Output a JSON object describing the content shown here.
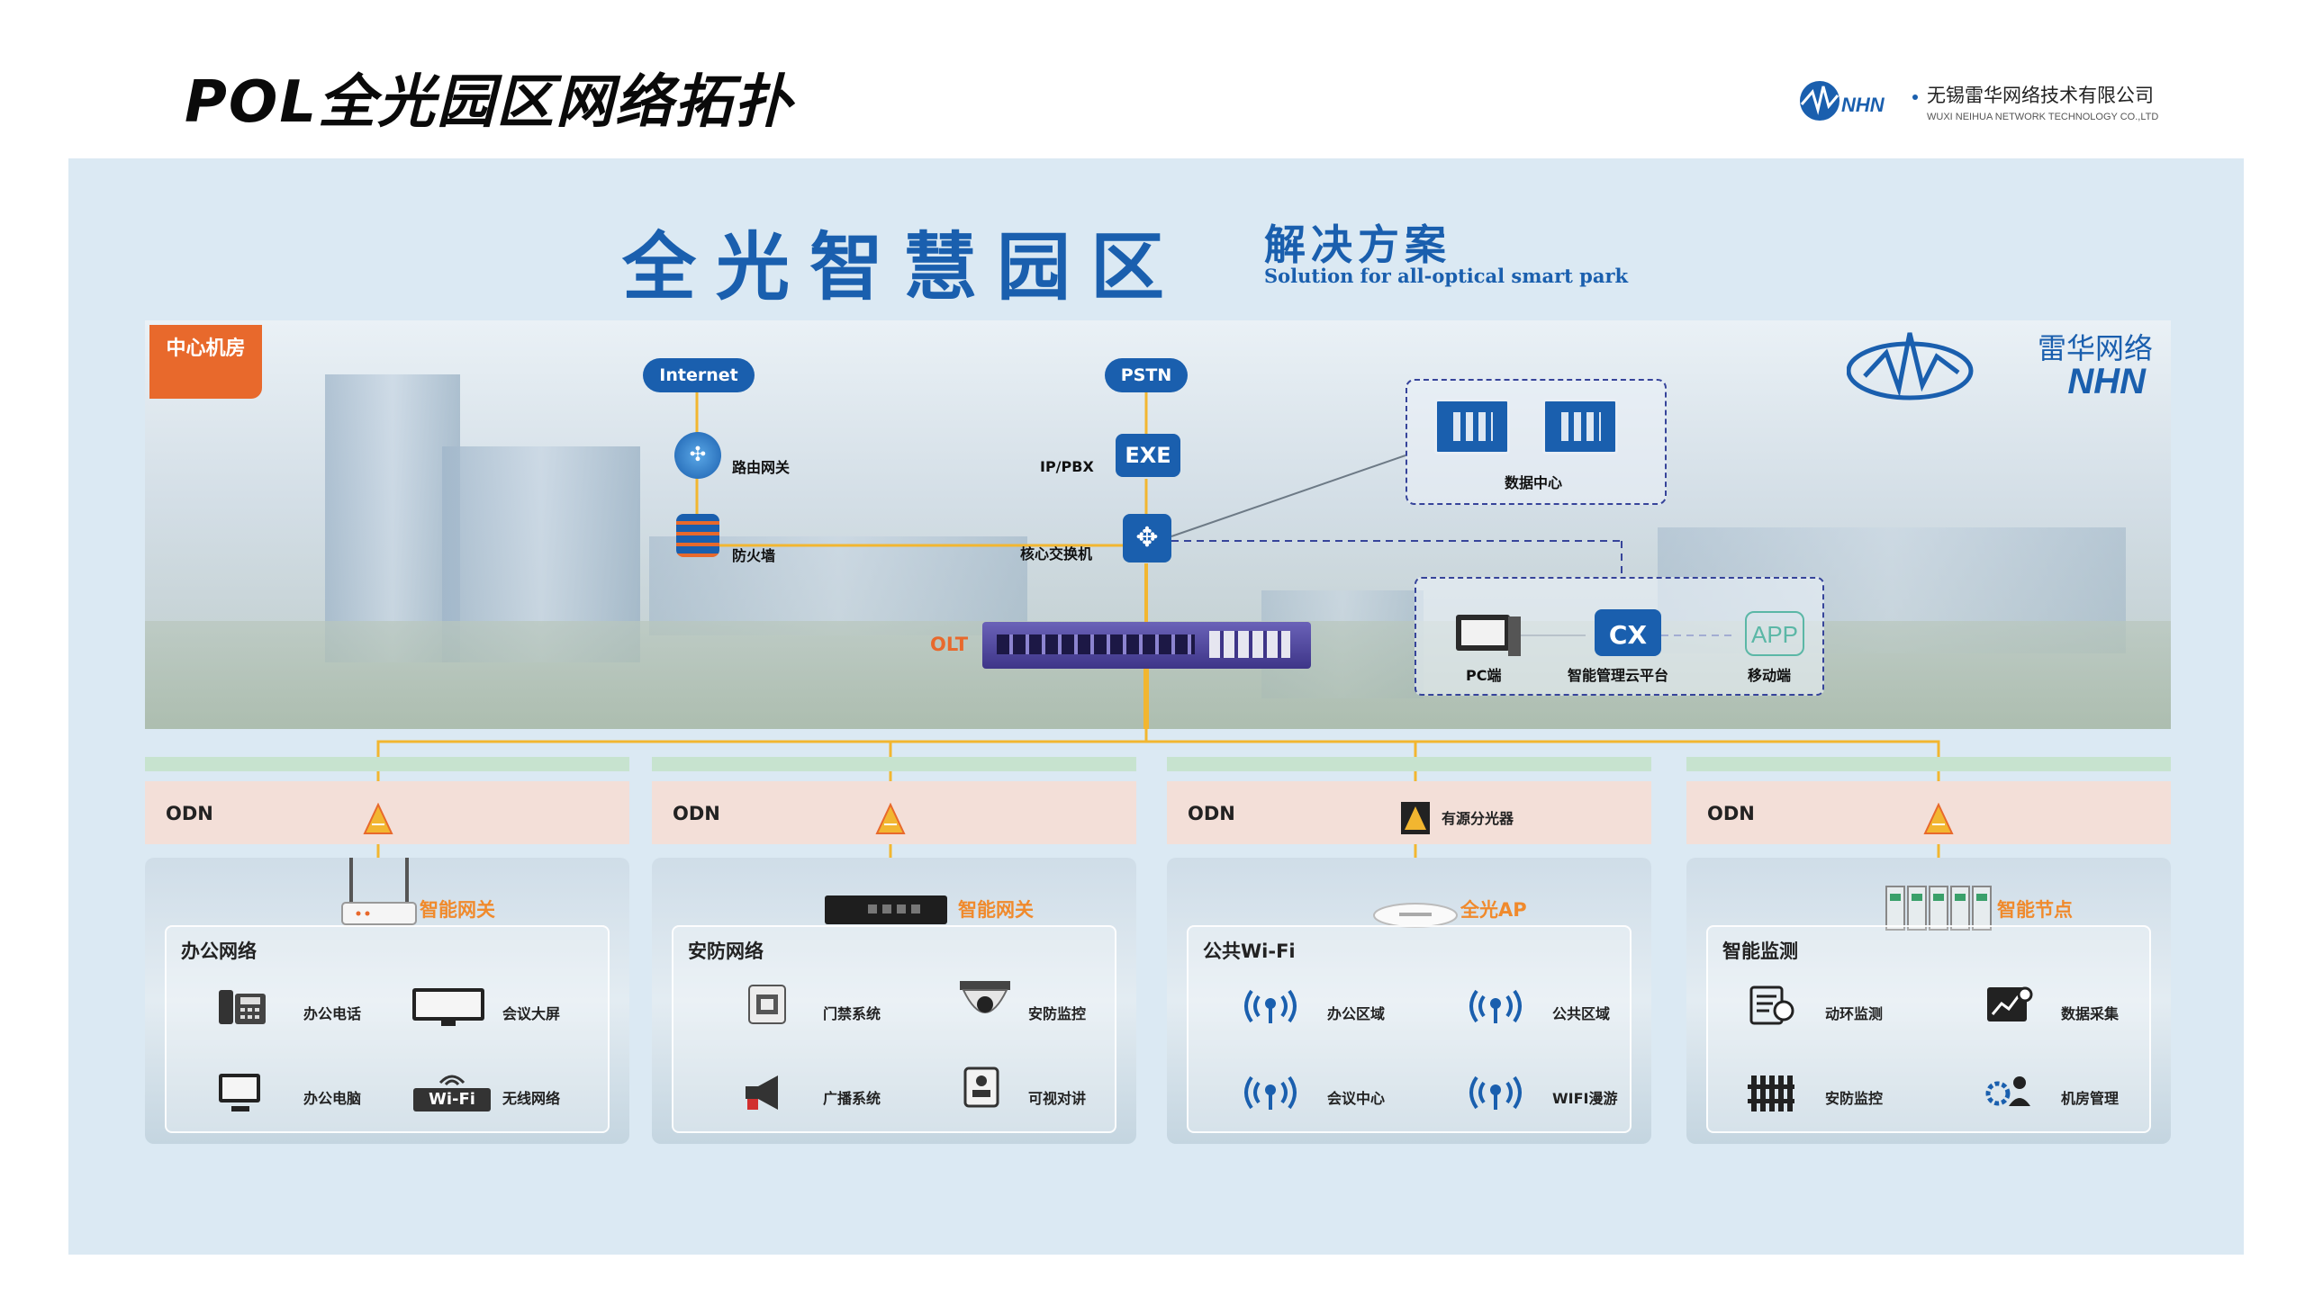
{
  "header": {
    "title": "POL全光园区网络拓扑",
    "brand_cn": "无锡雷华网络技术有限公司",
    "brand_en": "WUXI NEIHUA NETWORK TECHNOLOGY CO.,LTD",
    "brand_logo_text": "NHN"
  },
  "hero": {
    "title_cn": "全光智慧园区",
    "subtitle_cn": "解决方案",
    "subtitle_en": "Solution for all-optical smart park"
  },
  "core": {
    "room_tag": "中心机房",
    "logo_cn": "雷华网络",
    "logo_en": "NHN",
    "internet": "Internet",
    "pstn": "PSTN",
    "router": "路由网关",
    "firewall": "防火墙",
    "ippbx": "IP/PBX",
    "core_switch": "核心交换机",
    "datacenter": "数据中心",
    "olt": "OLT",
    "pc": "PC端",
    "cloud_platform": "智能管理云平台",
    "cloud_platform_icon": "CX",
    "mobile": "移动端",
    "mobile_icon": "APP"
  },
  "odn": [
    {
      "label": "ODN",
      "splitter_label": "",
      "hardware": "智能网关",
      "network": "办公网络",
      "items": [
        "办公电话",
        "会议大屏",
        "办公电脑",
        "无线网络"
      ],
      "wifi_badge": "Wi-Fi"
    },
    {
      "label": "ODN",
      "splitter_label": "",
      "hardware": "智能网关",
      "network": "安防网络",
      "items": [
        "门禁系统",
        "安防监控",
        "广播系统",
        "可视对讲"
      ]
    },
    {
      "label": "ODN",
      "splitter_label": "有源分光器",
      "hardware": "全光AP",
      "network": "公共Wi-Fi",
      "items": [
        "办公区域",
        "公共区域",
        "会议中心",
        "WIFI漫游"
      ]
    },
    {
      "label": "ODN",
      "splitter_label": "",
      "hardware": "智能节点",
      "network": "智能监测",
      "items": [
        "动环监测",
        "数据采集",
        "安防监控",
        "机房管理"
      ]
    }
  ],
  "colors": {
    "brand_blue": "#1a5fae",
    "accent_orange": "#e8692c",
    "fiber_yellow": "#f2b630",
    "hardware_orange": "#f08a2c"
  }
}
